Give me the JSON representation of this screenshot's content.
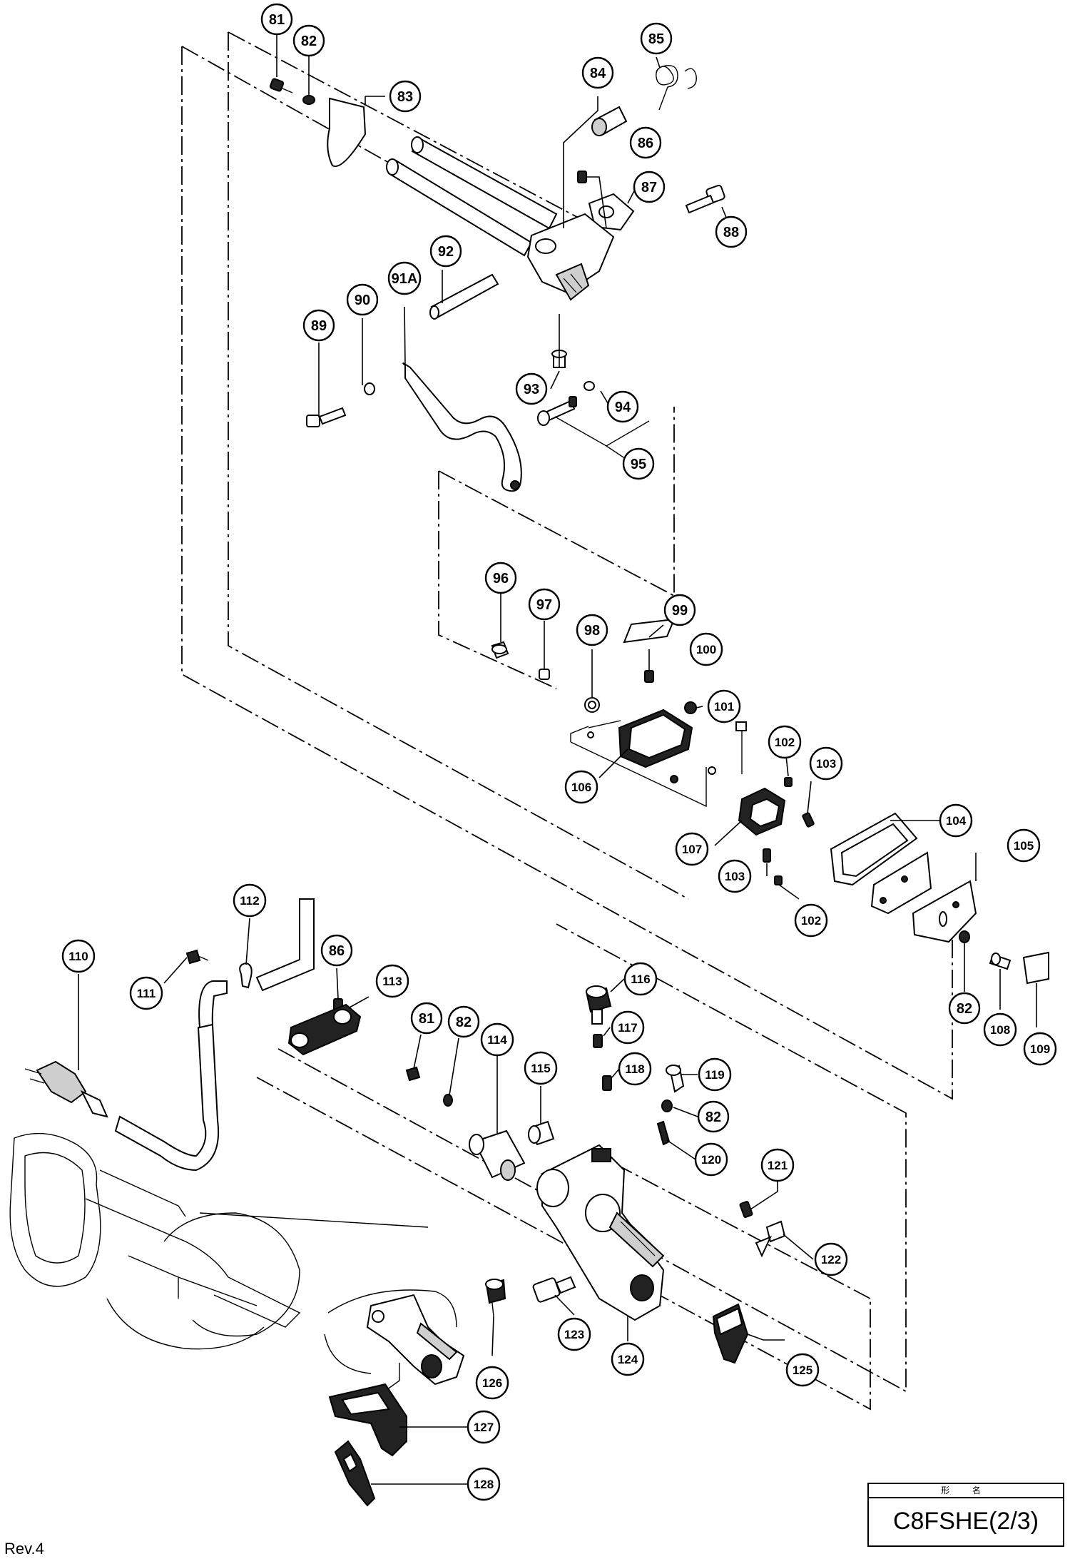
{
  "title_block": {
    "header": "形 名",
    "model": "C8FSHE(2/3)"
  },
  "revision": "Rev.4",
  "callouts": {
    "p81a": "81",
    "p82a": "82",
    "p83": "83",
    "p84": "84",
    "p85": "85",
    "p86a": "86",
    "p87": "87",
    "p88": "88",
    "p89": "89",
    "p90": "90",
    "p91A": "91A",
    "p92": "92",
    "p93": "93",
    "p94": "94",
    "p95": "95",
    "p96": "96",
    "p97": "97",
    "p98": "98",
    "p99": "99",
    "p100": "100",
    "p101": "101",
    "p102a": "102",
    "p103a": "103",
    "p104": "104",
    "p105": "105",
    "p106": "106",
    "p107": "107",
    "p103b": "103",
    "p102b": "102",
    "p82b": "82",
    "p108": "108",
    "p109": "109",
    "p110": "110",
    "p111": "111",
    "p112": "112",
    "p86b": "86",
    "p113": "113",
    "p81b": "81",
    "p82c": "82",
    "p114": "114",
    "p115": "115",
    "p116": "116",
    "p117": "117",
    "p118": "118",
    "p119": "119",
    "p82d": "82",
    "p120": "120",
    "p121": "121",
    "p122": "122",
    "p123": "123",
    "p124": "124",
    "p125": "125",
    "p126": "126",
    "p127": "127",
    "p128": "128"
  }
}
